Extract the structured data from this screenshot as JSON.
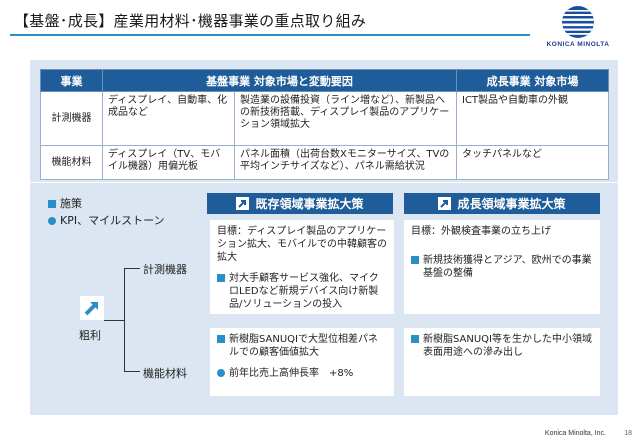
{
  "title": "【基盤･成長】産業用材料･機器事業の重点取り組み",
  "logo": {
    "text": "KONICA MINOLTA"
  },
  "table": {
    "headers": [
      "事業",
      "基盤事業 対象市場と変動要因",
      "成長事業 対象市場"
    ],
    "rows": [
      {
        "business": "計測機器",
        "base_market": "ディスプレイ、自動車、化成品など",
        "base_factors": "製造業の設備投資（ライン増など）、新製品への新技術搭載、ディスプレイ製品のアプリケーション領域拡大",
        "growth_market": "ICT製品や自動車の外観"
      },
      {
        "business": "機能材料",
        "base_market": "ディスプレイ（TV、モバイル機器）用偏光板",
        "base_factors": "パネル面積（出荷台数Xモニターサイズ、TVの平均インチサイズなど）、パネル需給状況",
        "growth_market": "タッチパネルなど"
      }
    ]
  },
  "legend": {
    "measure": "施策",
    "kpi": "KPI、マイルストーン"
  },
  "columns": {
    "existing": "既存領域事業拡大策",
    "growth": "成長領域事業拡大策"
  },
  "profit_label": "粗利",
  "branches": {
    "measuring": "計測機器",
    "functional": "機能材料"
  },
  "measuring": {
    "existing_goal": "目標：ディスプレイ製品のアプリケーション拡大、モバイルでの中韓顧客の拡大",
    "existing_bullet": "対大手顧客サービス強化、マイクロLEDなど新規デバイス向け新製品/ソリューションの投入",
    "growth_goal": "目標：外観検査事業の立ち上げ",
    "growth_bullet": "新規技術獲得とアジア、欧州での事業基盤の整備"
  },
  "functional": {
    "existing_bullet": "新樹脂SANUQIで大型位相差パネルでの顧客価値拡大",
    "existing_kpi": "前年比売上高伸長率　+8%",
    "growth_bullet": "新樹脂SANUQI等を生かした中小領域表面用途への滲み出し"
  },
  "footer": {
    "brand": "Konica Minolta, Inc.",
    "page": "18"
  },
  "colors": {
    "accent": "#2a8fc9",
    "header_blue": "#1f5d9a",
    "panel_bg": "#dbe6f2"
  }
}
